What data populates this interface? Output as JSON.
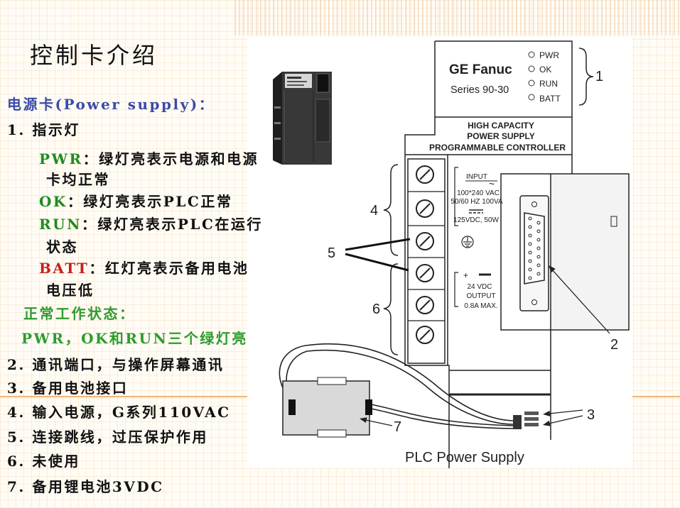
{
  "slide": {
    "title": "控制卡介绍",
    "section_heading": "电源卡(Power supply)：",
    "indicator_heading": "1. 指示灯",
    "leds": [
      {
        "tag": "PWR",
        "text": "：绿灯亮表示电源和电源",
        "continued": "卡均正常"
      },
      {
        "tag": "OK",
        "text": "：绿灯亮表示PLC正常"
      },
      {
        "tag": "RUN",
        "text": "：绿灯亮表示PLC在运行",
        "continued": "状态"
      },
      {
        "tag": "BATT",
        "text": "：红灯亮表示备用电池",
        "continued": "电压低"
      }
    ],
    "normal_heading": "正常工作状态：",
    "normal_text": "PWR，OK和RUN三个绿灯亮",
    "list": [
      "2. 通讯端口，与操作屏幕通讯",
      "3. 备用电池接口",
      "4. 输入电源，G系列110VAC",
      "5. 连接跳线，过压保护作用",
      "6. 未使用",
      "7. 备用锂电池3VDC"
    ]
  },
  "diagram": {
    "brand": "GE Fanuc",
    "series": "Series 90-30",
    "led_labels": [
      "PWR",
      "OK",
      "RUN",
      "BATT"
    ],
    "module_label": [
      "HIGH CAPACITY",
      "POWER SUPPLY",
      "PROGRAMMABLE  CONTROLLER"
    ],
    "input": {
      "label": "INPUT",
      "ac_symbol": "~",
      "voltage": "100*240 VAC",
      "frequency": "50/60 HZ 100VA",
      "dc_rating": "125VDC, 50W"
    },
    "output": {
      "plus": "+",
      "voltage": "24 VDC",
      "label": "OUTPUT",
      "current": "0.8A MAX."
    },
    "callouts": [
      "1",
      "2",
      "3",
      "4",
      "5",
      "6",
      "7"
    ],
    "caption": "PLC Power Supply"
  },
  "colors": {
    "heading": "#3b4ba6",
    "led_on": "#1f8c1f",
    "led_fault": "#c4201d",
    "status": "#2e9b2e",
    "text": "#111111"
  }
}
